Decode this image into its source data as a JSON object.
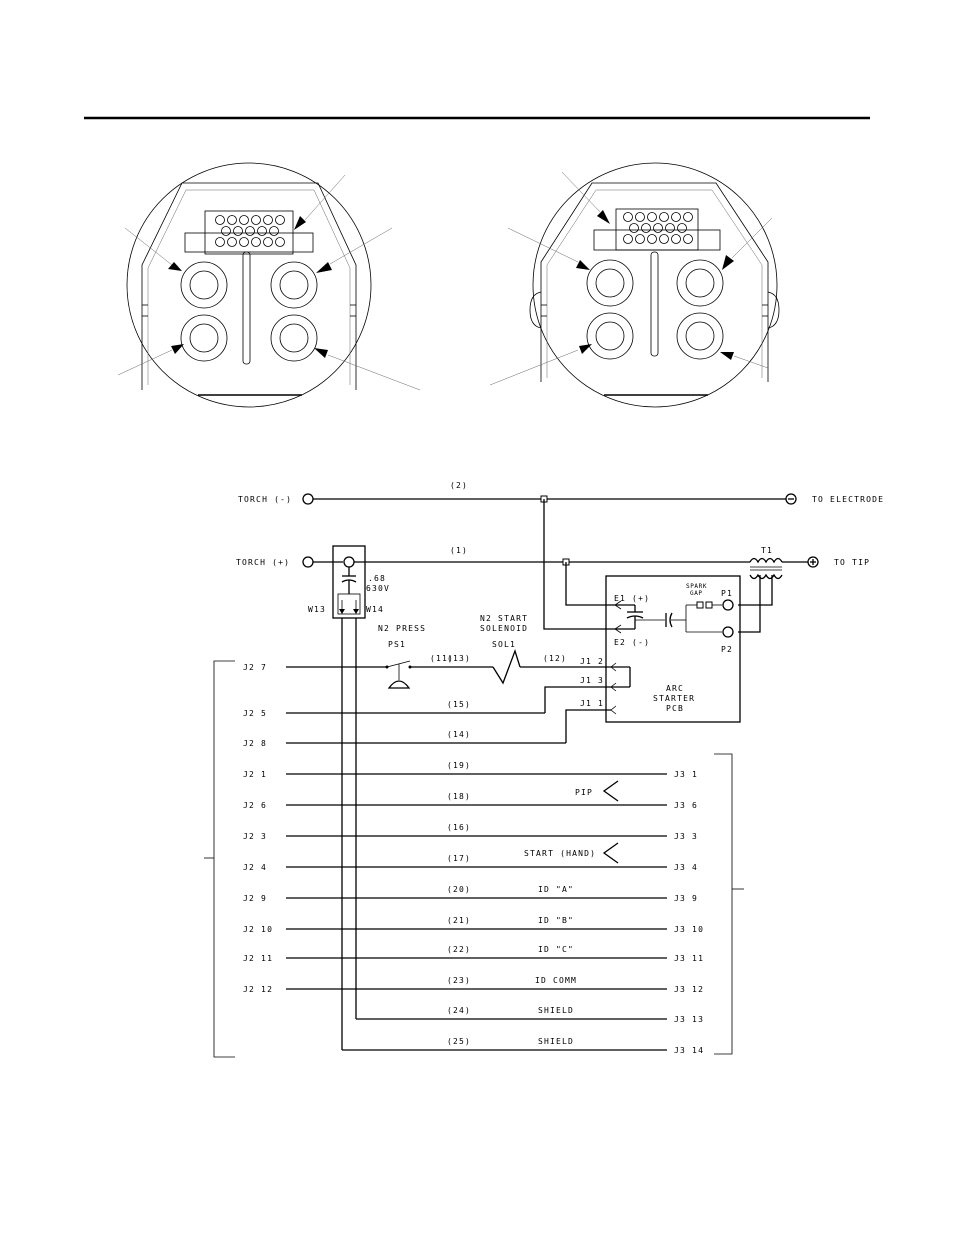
{
  "labels": {
    "torch_neg": "TORCH (-)",
    "torch_pos": "TORCH (+)",
    "wire_2": "(2)",
    "wire_1": "(1)",
    "to_electrode": "TO ELECTRODE",
    "to_tip": "TO TIP",
    "t1": "T1",
    "cap_value": ".68",
    "cap_voltage": "630V",
    "w13": "W13",
    "w14": "W14",
    "n2_press": "N2 PRESS",
    "ps1": "PS1",
    "n2_start": "N2 START",
    "solenoid": "SOLENOID",
    "sol1": "SOL1",
    "e1": "E1 (+)",
    "e2": "E2 (-)",
    "spark": "SPARK",
    "gap": "GAP",
    "p1": "P1",
    "p2": "P2",
    "arc": "ARC",
    "starter": "STARTER",
    "pcb": "PCB",
    "j1_2": "J1 2",
    "j1_3": "J1 3",
    "j1_1": "J1 1",
    "w11": "(11)",
    "w12": "(12)",
    "pip": "PIP",
    "start_hand": "START (HAND)"
  },
  "rows": [
    {
      "left": "J2 7",
      "wire": "(13)",
      "mid": "",
      "right": ""
    },
    {
      "left": "J2 5",
      "wire": "(15)",
      "mid": "",
      "right": ""
    },
    {
      "left": "J2 8",
      "wire": "(14)",
      "mid": "",
      "right": ""
    },
    {
      "left": "J2 1",
      "wire": "(19)",
      "mid": "",
      "right": "J3 1"
    },
    {
      "left": "J2 6",
      "wire": "(18)",
      "mid": "",
      "right": "J3 6"
    },
    {
      "left": "J2 3",
      "wire": "(16)",
      "mid": "",
      "right": "J3 3"
    },
    {
      "left": "J2 4",
      "wire": "(17)",
      "mid": "",
      "right": "J3 4"
    },
    {
      "left": "J2 9",
      "wire": "(20)",
      "mid": "ID \"A\"",
      "right": "J3 9"
    },
    {
      "left": "J2 10",
      "wire": "(21)",
      "mid": "ID \"B\"",
      "right": "J3 10"
    },
    {
      "left": "J2 11",
      "wire": "(22)",
      "mid": "ID \"C\"",
      "right": "J3 11"
    },
    {
      "left": "J2 12",
      "wire": "(23)",
      "mid": "ID COMM",
      "right": "J3 12"
    },
    {
      "left": "",
      "wire": "(24)",
      "mid": "SHIELD",
      "right": "J3 13"
    },
    {
      "left": "",
      "wire": "(25)",
      "mid": "SHIELD",
      "right": "J3 14"
    }
  ]
}
